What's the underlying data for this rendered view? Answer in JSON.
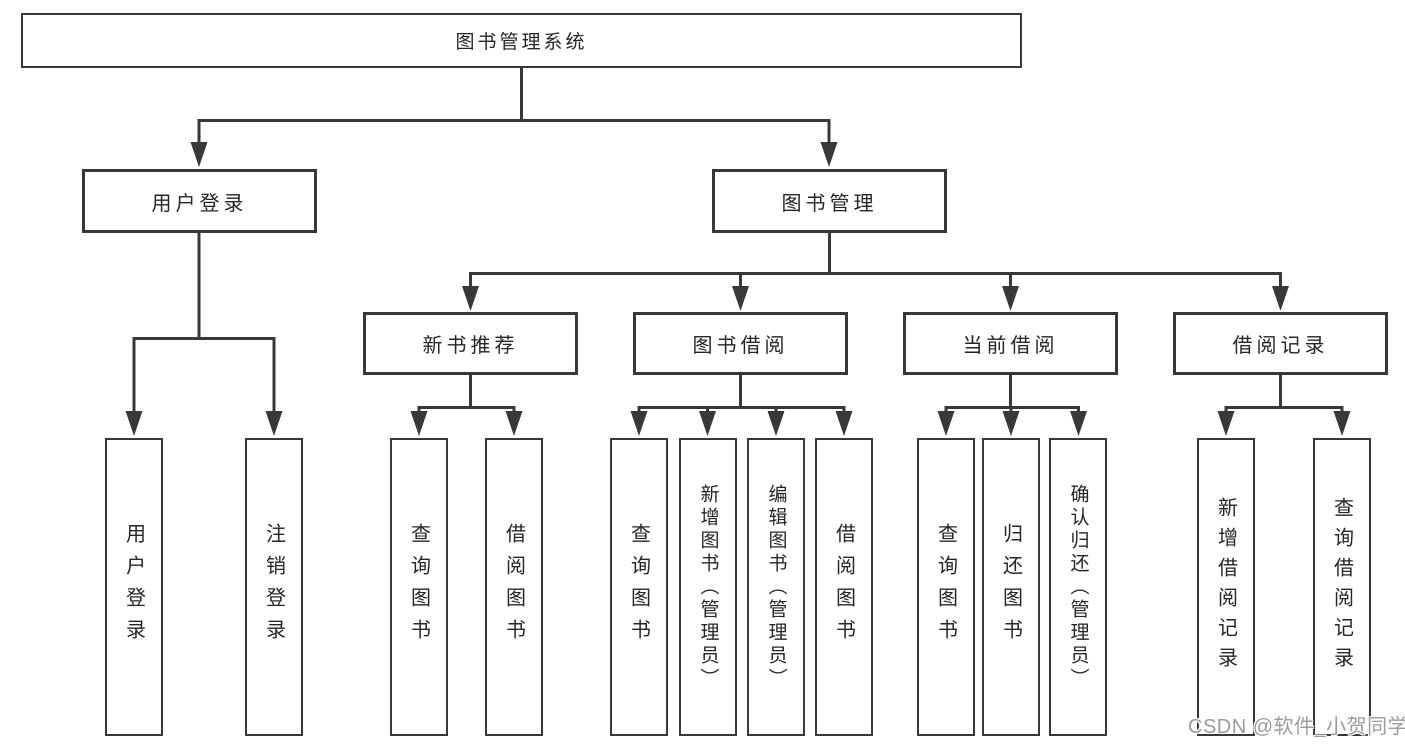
{
  "diagram": {
    "root": {
      "label": "图书管理系统"
    },
    "level2": [
      {
        "label": "用户登录"
      },
      {
        "label": "图书管理"
      }
    ],
    "level3": [
      {
        "label": "新书推荐"
      },
      {
        "label": "图书借阅"
      },
      {
        "label": "当前借阅"
      },
      {
        "label": "借阅记录"
      }
    ],
    "leaves": {
      "user_login": [
        {
          "label": "用户登录"
        },
        {
          "label": "注销登录"
        }
      ],
      "new_book_rec": [
        {
          "label": "查询图书"
        },
        {
          "label": "借阅图书"
        }
      ],
      "book_borrow": [
        {
          "label": "查询图书"
        },
        {
          "label": "新增图书（管理员）"
        },
        {
          "label": "编辑图书（管理员）"
        },
        {
          "label": "借阅图书"
        }
      ],
      "current_borrow": [
        {
          "label": "查询图书"
        },
        {
          "label": "归还图书"
        },
        {
          "label": "确认归还（管理员）"
        }
      ],
      "borrow_records": [
        {
          "label": "新增借阅记录"
        },
        {
          "label": "查询借阅记录"
        }
      ]
    }
  },
  "watermark": {
    "text": "CSDN @软件_小贺同学"
  },
  "colors": {
    "line": "#383838",
    "box_border": "#383838",
    "box_fill": "#ffffff",
    "text": "#262626",
    "watermark": "#9b9b9b",
    "background": "#ffffff"
  }
}
